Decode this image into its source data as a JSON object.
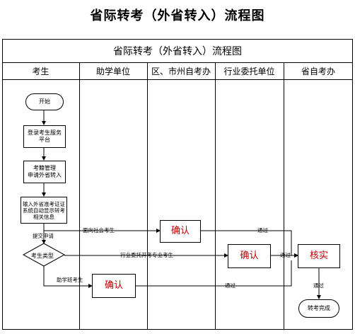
{
  "page_title": "省际转考（外省转入）流程图",
  "diagram_title": "省际转考（外省转入）流程图",
  "lanes": [
    "考生",
    "助学单位",
    "区、市州自考办",
    "行业委托单位",
    "省自考办"
  ],
  "nodes": {
    "start": "开始",
    "login": "登录考生服务平台",
    "archive": "考籍管理\n申请外省转入",
    "input": "输入外省准考证证系统自动显示转考相关信息",
    "type": "考生类型",
    "confirm_city": "确认",
    "confirm_industry": "确认",
    "confirm_school": "确认",
    "verify": "核实",
    "done": "转考完成"
  },
  "edge_labels": {
    "submit": "提交申请",
    "social": "面向社会考生",
    "industry": "行业委托开考专业考生",
    "school": "助学班考生",
    "pass1": "通过",
    "pass2": "通过",
    "pass3": "通过",
    "pass4": "通过"
  }
}
